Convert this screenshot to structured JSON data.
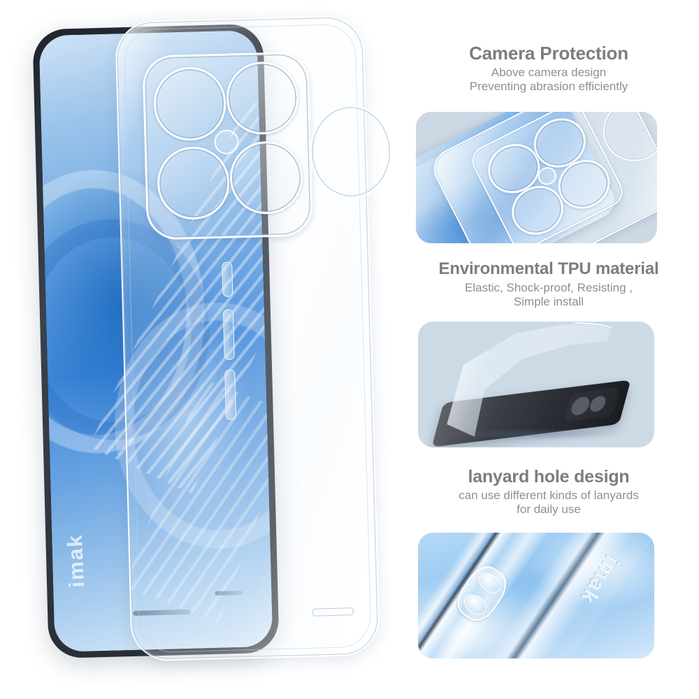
{
  "product": {
    "brand": "imak",
    "type": "Transparent TPU phone case product feature sheet"
  },
  "hero": {
    "alt": "Clear TPU phone case shown over a phone with blue gradient wallpaper",
    "brand_logo": "imak"
  },
  "features": [
    {
      "id": "camera-protection",
      "title": "Camera Protection",
      "subtitle_line_1": "Above camera design",
      "subtitle_line_2": "Preventing abrasion efficiently",
      "panel_alt": "Close-up of the raised camera cutout ring protecting the lenses",
      "panel_bg": "#ccd8e3"
    },
    {
      "id": "tpu-material",
      "title": "Environmental TPU material",
      "subtitle_line_1": "Elastic, Shock-proof, Resisting ,",
      "subtitle_line_2": "Simple install",
      "panel_alt": "Flexible clear case bending away from a dark phone body",
      "panel_bg": "#ccdae6"
    },
    {
      "id": "lanyard-hole",
      "title": "lanyard hole design",
      "subtitle_line_1": "can use different kinds of lanyards",
      "subtitle_line_2": "for daily use",
      "panel_alt": "Macro of the lanyard hole on the case edge against a blue sky",
      "panel_bg": "#a9d2f2",
      "embossed_logo": "imak"
    }
  ],
  "colors": {
    "heading_gray": "#7d7d7d",
    "subtext_gray": "#8f8f8f",
    "page_background": "#ffffff",
    "wallpaper_blue": "#3f88da",
    "sky_blue": "#8ec3ef"
  }
}
